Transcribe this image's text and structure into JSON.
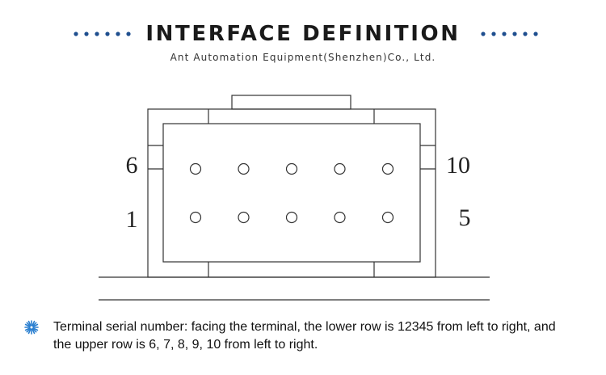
{
  "header": {
    "title": "INTERFACE DEFINITION",
    "subtitle": "Ant Automation Equipment(Shenzhen)Co., Ltd.",
    "dot_color": "#1f4f8f"
  },
  "diagram": {
    "left_labels": {
      "upper": "6",
      "lower": "1"
    },
    "right_labels": {
      "upper": "10",
      "lower": "5"
    },
    "pins_per_row": 5,
    "rows": 2
  },
  "note": {
    "icon": "snowflake-icon",
    "icon_color": "#2a7fd0",
    "text": "Terminal serial number: facing the terminal, the lower row is 12345 from left to right, and the upper row is 6, 7, 8, 9, 10 from left to right."
  }
}
